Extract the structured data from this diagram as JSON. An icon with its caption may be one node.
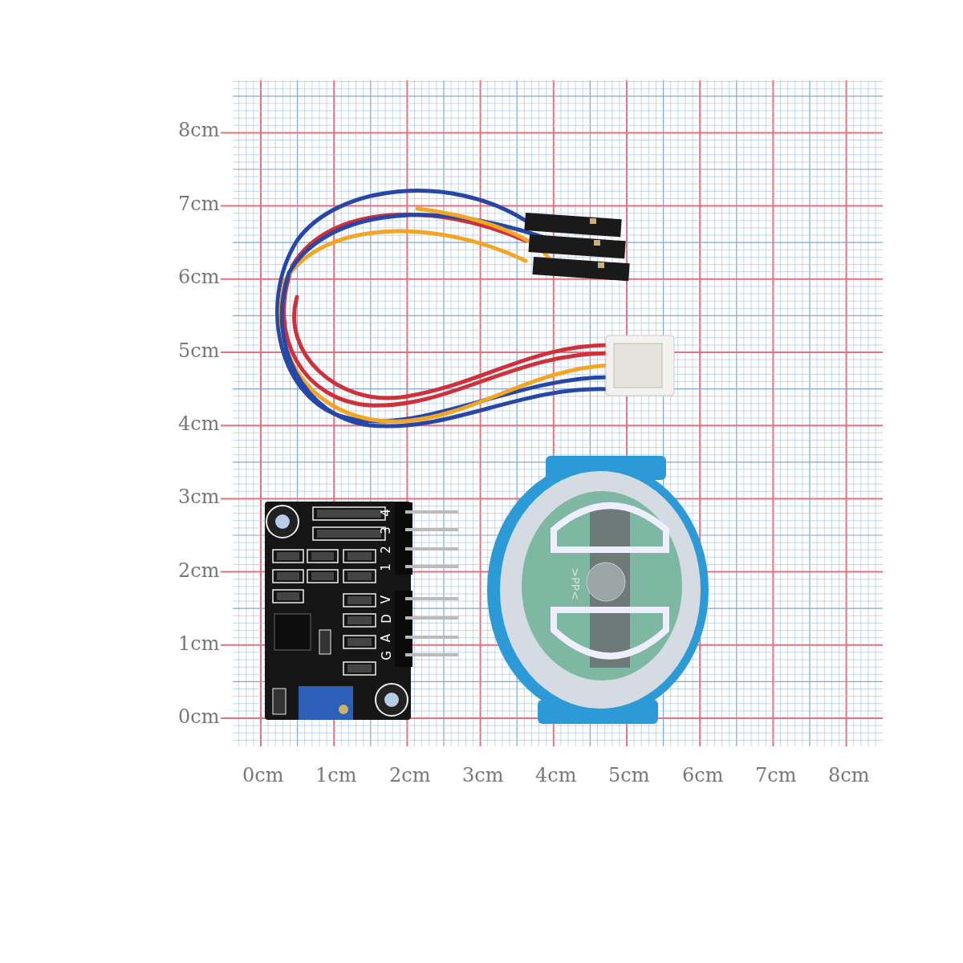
{
  "diagram": {
    "labels": [
      "8cm",
      "7cm",
      "6cm",
      "5cm",
      "4cm",
      "3cm",
      "4",
      "3",
      "2",
      "1",
      "2cm",
      "V",
      ">PP<",
      "D",
      "1cm",
      "A",
      "G",
      "0cm",
      "0cm",
      "1cm",
      "2cm",
      "3cm",
      "4cm",
      "5cm",
      "6cm",
      "7cm",
      "8cm"
    ]
  }
}
